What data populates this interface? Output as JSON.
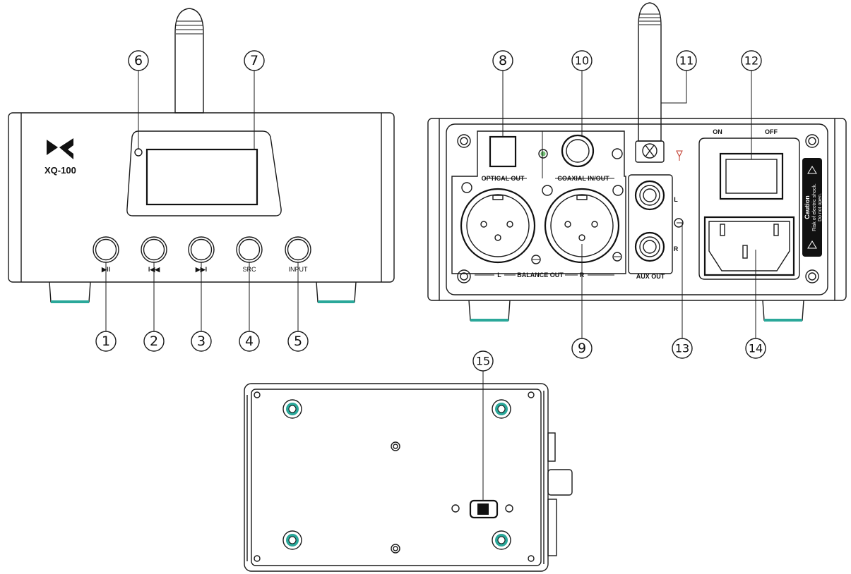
{
  "front": {
    "model": "XQ-100",
    "button_labels": [
      "▶ll",
      "l◀◀",
      "▶▶l",
      "SRC",
      "INPUT"
    ]
  },
  "rear": {
    "labels": {
      "optical_out": "OPTICAL OUT",
      "coaxial": "COAXIAL  IN/OUT",
      "balance_out": "BALANCE OUT",
      "balance_l": "L",
      "balance_r": "R",
      "aux_out": "AUX OUT",
      "aux_l": "L",
      "aux_r": "R",
      "switch_on": "ON",
      "switch_off": "OFF",
      "caution_title": "Caution",
      "caution_line1": "Risk of electric shock.",
      "caution_line2": "Do not open."
    }
  },
  "callouts": [
    "1",
    "2",
    "3",
    "4",
    "5",
    "6",
    "7",
    "8",
    "9",
    "10",
    "11",
    "12",
    "13",
    "14",
    "15"
  ],
  "colors": {
    "accent_teal": "#2aa89a",
    "line": "#1a1a1a"
  }
}
